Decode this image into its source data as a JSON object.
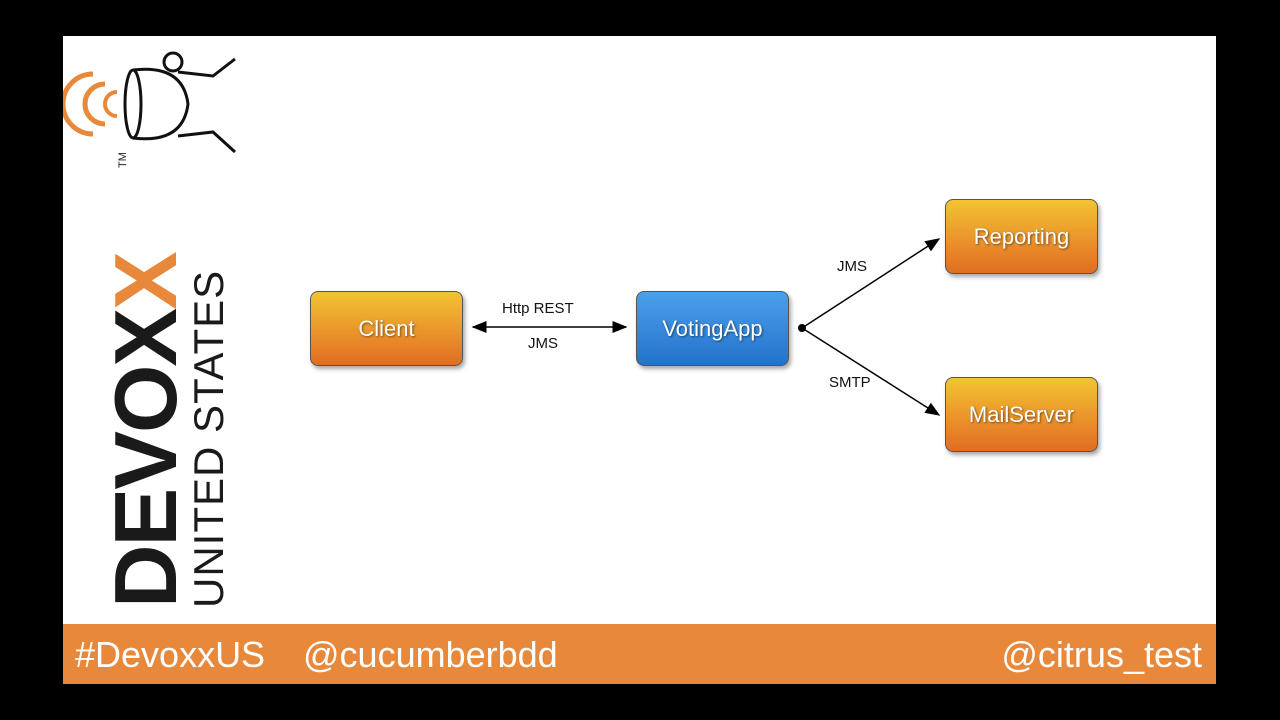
{
  "logo": {
    "brand": "DEVOXX",
    "region": "UNITED STATES",
    "trademark": "TM"
  },
  "diagram": {
    "nodes": {
      "client": "Client",
      "voting_app": "VotingApp",
      "reporting": "Reporting",
      "mail_server": "MailServer"
    },
    "edges": {
      "client_voting_top": "Http REST",
      "client_voting_bottom": "JMS",
      "voting_reporting": "JMS",
      "voting_mail": "SMTP"
    }
  },
  "footer": {
    "hashtag": "#DevoxxUS",
    "handle_left": "@cucumberbdd",
    "handle_right": "@citrus_test"
  },
  "colors": {
    "accent": "#e8883a",
    "node_blue": "#2f80d6",
    "node_orange": "#eba22c"
  }
}
